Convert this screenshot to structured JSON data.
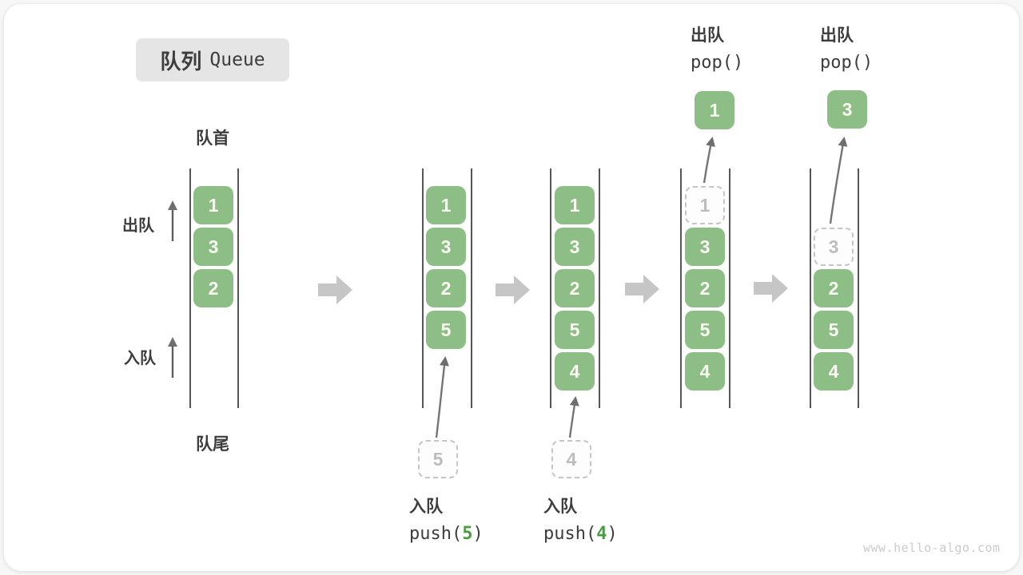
{
  "title": {
    "zh": "队列",
    "en": "Queue"
  },
  "labels": {
    "front": "队首",
    "rear": "队尾",
    "dequeue": "出队",
    "enqueue": "入队"
  },
  "ops": {
    "push5": {
      "label": "入队",
      "code_pre": "push(",
      "arg": "5",
      "code_post": ")"
    },
    "push4": {
      "label": "入队",
      "code_pre": "push(",
      "arg": "4",
      "code_post": ")"
    },
    "pop1": {
      "label": "出队",
      "code": "pop()"
    },
    "pop2": {
      "label": "出队",
      "code": "pop()"
    }
  },
  "states": [
    {
      "cells": [
        "1",
        "3",
        "2"
      ]
    },
    {
      "cells": [
        "1",
        "3",
        "2",
        "5"
      ],
      "staged": "5"
    },
    {
      "cells": [
        "1",
        "3",
        "2",
        "5",
        "4"
      ],
      "staged": "4"
    },
    {
      "ghost": "1",
      "cells": [
        "3",
        "2",
        "5",
        "4"
      ],
      "popped": "1"
    },
    {
      "ghost": "3",
      "cells": [
        "2",
        "5",
        "4"
      ],
      "popped": "3"
    }
  ],
  "colors": {
    "box_green": "#8DBE85",
    "code_green": "#4C9B44",
    "flow_gray": "#C6C6C6",
    "ink": "#3D3D3D"
  },
  "watermark": "www.hello-algo.com"
}
